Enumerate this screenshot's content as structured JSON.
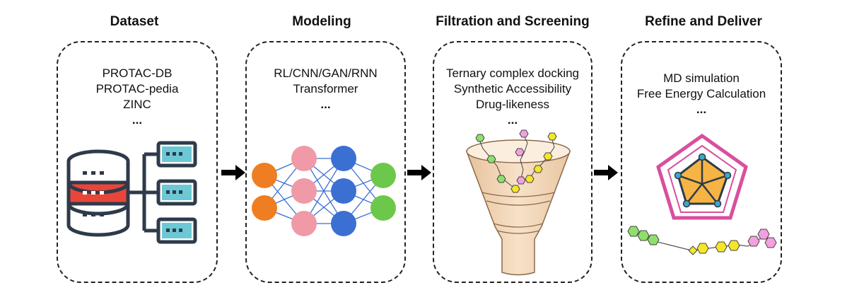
{
  "stages": [
    {
      "title": "Dataset",
      "lines": [
        "PROTAC-DB",
        "PROTAC-pedia",
        "ZINC",
        "..."
      ]
    },
    {
      "title": "Modeling",
      "lines": [
        "RL/CNN/GAN/RNN",
        "Transformer",
        "..."
      ]
    },
    {
      "title": "Filtration and Screening",
      "lines": [
        "Ternary complex docking",
        "Synthetic Accessibility",
        "Drug-likeness",
        "..."
      ]
    },
    {
      "title": "Refine and Deliver",
      "lines": [
        "MD simulation",
        "Free Energy Calculation",
        "..."
      ]
    }
  ],
  "colors": {
    "database_dark": "#2e3a4a",
    "database_red": "#e8463a",
    "database_teal": "#6cc8d4",
    "nn_orange": "#ef7d22",
    "nn_pink": "#ef9aa6",
    "nn_blue": "#3b6fd2",
    "nn_green": "#6cc84a",
    "nn_edge": "#3b6fd2",
    "funnel_fill": "#f3d6b8",
    "radar_frame": "#d94f9e",
    "radar_fill": "#f6b444",
    "radar_node": "#3aa8c6",
    "molecule_yellow": "#f5e62a",
    "molecule_pink": "#f2a0e0",
    "molecule_green": "#8de06a"
  },
  "icons": [
    "database-icon",
    "neural-network-icon",
    "funnel-icon",
    "radar-chart-icon",
    "molecule-icon",
    "arrow-right-icon"
  ]
}
